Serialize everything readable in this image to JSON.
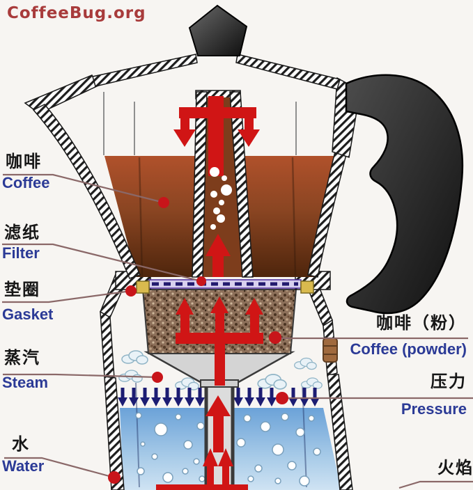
{
  "logo": {
    "text": "CoffeeBug.org"
  },
  "labels": {
    "coffee": {
      "zh": "咖啡",
      "en": "Coffee"
    },
    "filter": {
      "zh": "滤纸",
      "en": "Filter"
    },
    "gasket": {
      "zh": "垫圈",
      "en": "Gasket"
    },
    "steam": {
      "zh": "蒸汽",
      "en": "Steam"
    },
    "water": {
      "zh": "水",
      "en": "Water"
    },
    "coffee_powder": {
      "zh": "咖啡（粉）",
      "en": "Coffee (powder)"
    },
    "pressure": {
      "zh": "压力",
      "en": "Pressure"
    },
    "flame": {
      "zh": "火焰"
    }
  },
  "colors": {
    "logo_red": "#a83b3b",
    "label_zh": "#161616",
    "label_en": "#2b3a96",
    "marker_red": "#c8151a",
    "arrow_red": "#d01515",
    "pressure_arrow_navy": "#1c1c72",
    "water_blue_top": "#6ba2d8",
    "water_blue_bottom": "#cfe3f3",
    "coffee_top": "#b0512b",
    "coffee_bottom": "#4e250c",
    "coffee_powder_brown": "#8d705a",
    "gasket_yellow": "#d9ba4e",
    "filter_purple": "#221a6e",
    "steam_cloud": "#e9f2f7"
  }
}
